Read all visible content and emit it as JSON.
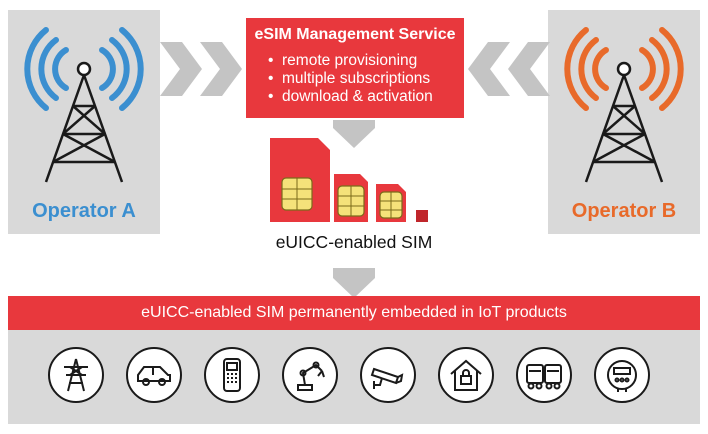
{
  "service": {
    "title": "eSIM Management Service",
    "items": [
      "remote provisioning",
      "multiple subscriptions",
      "download & activation"
    ]
  },
  "operator_a": {
    "label": "Operator A",
    "color": "#3b8fd0",
    "icon": "cell-tower-icon"
  },
  "operator_b": {
    "label": "Operator B",
    "color": "#e86a2a",
    "icon": "cell-tower-icon"
  },
  "sim_caption": "eUICC-enabled SIM",
  "banner": "eUICC-enabled SIM permanently embedded in IoT products",
  "colors": {
    "accent_red": "#e8383d",
    "panel_gray": "#d9d9d9",
    "chip_yellow": "#f5e27a",
    "arrow_gray": "#c4c4c4"
  },
  "iot_icons": [
    "power-pylon-icon",
    "car-icon",
    "payment-terminal-icon",
    "robot-arm-icon",
    "security-camera-icon",
    "smart-home-icon",
    "truck-fleet-icon",
    "smart-meter-icon"
  ]
}
